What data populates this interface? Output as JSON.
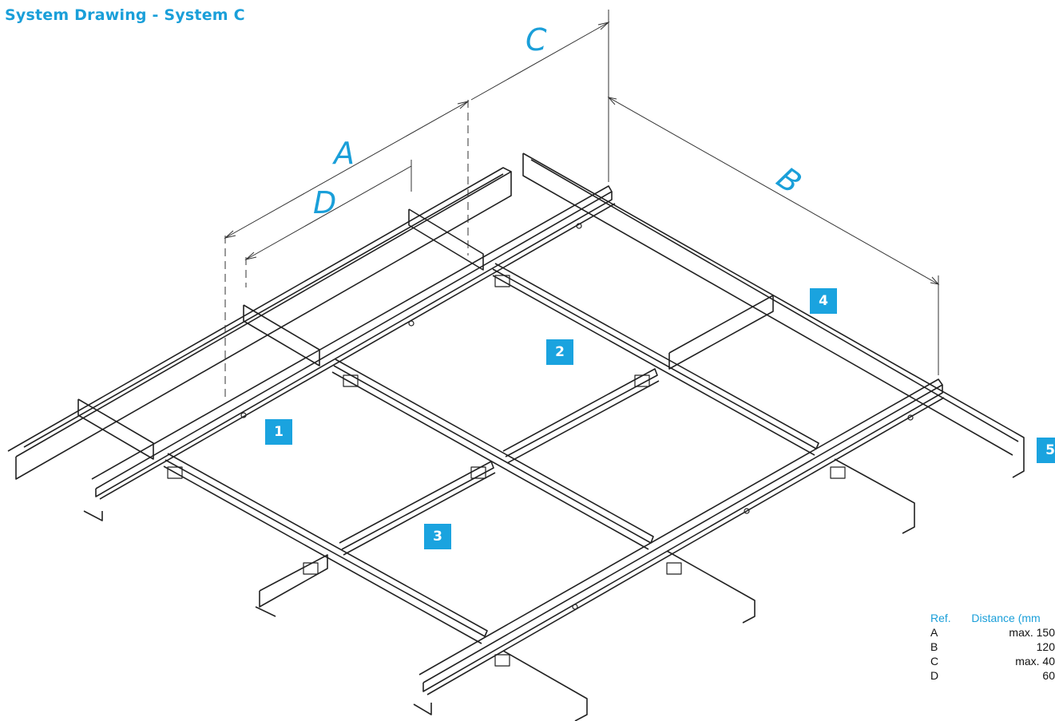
{
  "title": "System Drawing - System C",
  "dimensions": {
    "a": "A",
    "b": "B",
    "c": "C",
    "d": "D"
  },
  "callouts": [
    "1",
    "2",
    "3",
    "4",
    "5"
  ],
  "colors": {
    "accent": "#1aa3df",
    "line": "#222222",
    "dim": "#333333"
  },
  "table": {
    "header": {
      "ref": "Ref.",
      "distance": "Distance (mm"
    },
    "rows": [
      {
        "ref": "A",
        "distance": "max. 150"
      },
      {
        "ref": "B",
        "distance": "120"
      },
      {
        "ref": "C",
        "distance": "max. 40"
      },
      {
        "ref": "D",
        "distance": "60"
      }
    ]
  }
}
